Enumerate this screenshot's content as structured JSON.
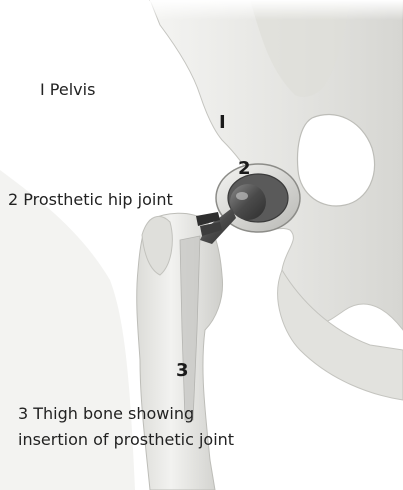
{
  "labels": {
    "pelvis": "I Pelvis",
    "hip_joint": "2 Prosthetic hip joint",
    "thigh_line1": "3 Thigh bone showing",
    "thigh_line2": "insertion of prosthetic joint"
  },
  "markers": {
    "one": "I",
    "two": "2",
    "three": "3"
  },
  "colors": {
    "bone_fill": "#e9e9e6",
    "bone_shadow": "#cfcfcb",
    "bone_outline": "#b9b9b4",
    "implant_dark": "#3a3a3a",
    "implant_metal": "#9a9a9a",
    "text": "#222222"
  }
}
